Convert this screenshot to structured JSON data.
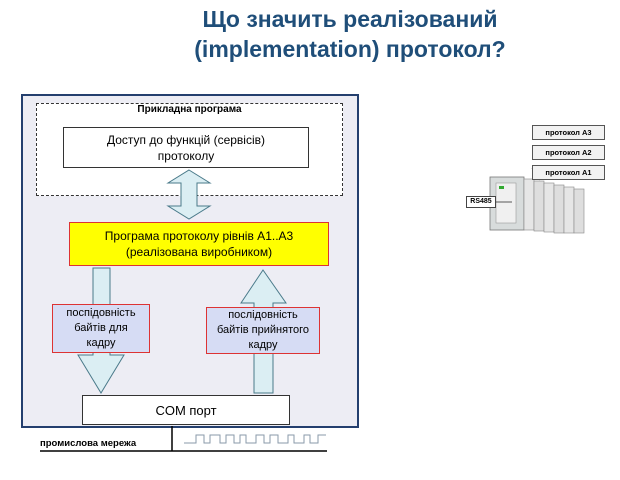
{
  "title": {
    "line1": "Що значить реалізований",
    "line2": "(implementation)  протокол?"
  },
  "diagram": {
    "app_program_label": "Прикладна програма",
    "access_box": {
      "line1": "Доступ до функцій (сервісів)",
      "line2": "протоколу"
    },
    "protocol_box": {
      "line1": "Програма протоколу рівнів А1..А3",
      "line2": "(реалізована виробником)"
    },
    "send_box": {
      "line1": "поспідовність",
      "line2": "байтів для",
      "line3": "кадру"
    },
    "recv_box": {
      "line1": "послідовність",
      "line2": "байтів прийнятого",
      "line3": "кадру"
    },
    "com_port": "COM порт",
    "network_label": "промислова мережа"
  },
  "device": {
    "protocol_labels": [
      "протокол  А3",
      "протокол  А2",
      "протокол  А1"
    ],
    "rs485_label": "RS485"
  },
  "colors": {
    "title": "#1f4e79",
    "outer_fill": "#ededf4",
    "outer_border": "#243f6e",
    "protocol_fill": "#ffff00",
    "side_fill": "#d6dcf4",
    "red_border": "#dd3333",
    "arrow_fill": "#dbeef3",
    "arrow_stroke": "#4a7a8a"
  }
}
